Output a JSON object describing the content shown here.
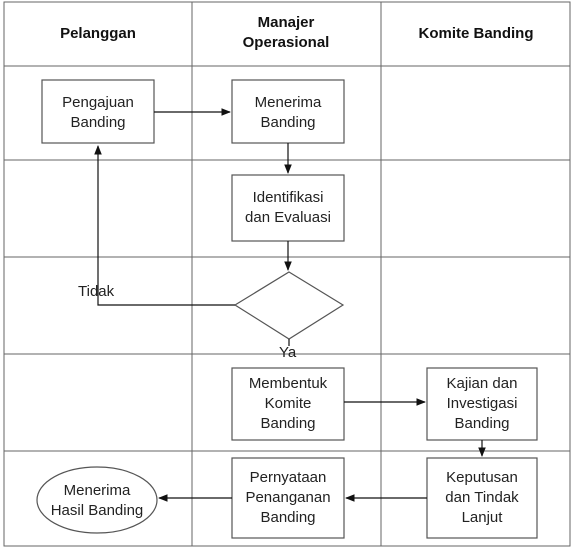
{
  "lanes": {
    "pelanggan": "Pelanggan",
    "manajer_line1": "Manajer",
    "manajer_line2": "Operasional",
    "komite": "Komite Banding"
  },
  "nodes": {
    "pengajuan": [
      "Pengajuan",
      "Banding"
    ],
    "menerima": [
      "Menerima",
      "Banding"
    ],
    "identifikasi": [
      "Identifikasi",
      "dan Evaluasi"
    ],
    "membentuk": [
      "Membentuk",
      "Komite",
      "Banding"
    ],
    "kajian": [
      "Kajian dan",
      "Investigasi",
      "Banding"
    ],
    "keputusan": [
      "Keputusan",
      "dan Tindak",
      "Lanjut"
    ],
    "pernyataan": [
      "Pernyataan",
      "Penanganan",
      "Banding"
    ],
    "hasil": [
      "Menerima",
      "Hasil Banding"
    ]
  },
  "edge_labels": {
    "tidak": "Tidak",
    "ya": "Ya"
  }
}
